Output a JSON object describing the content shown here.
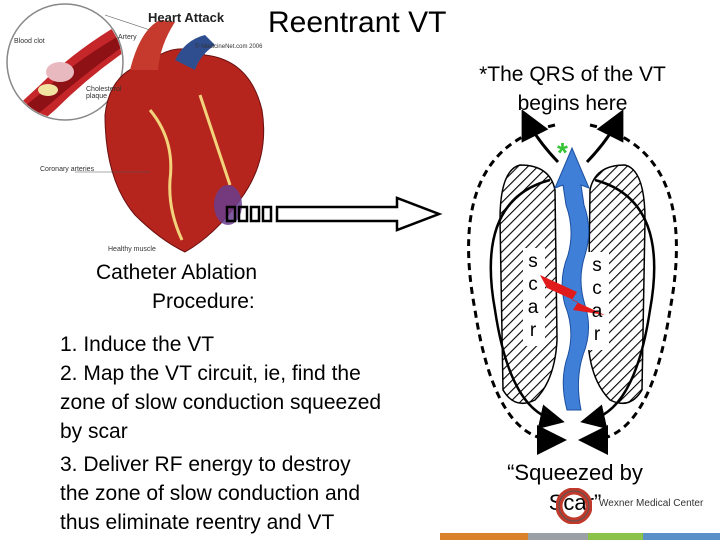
{
  "title": "Reentrant VT",
  "qrs_note": {
    "line1": "*The QRS of the VT",
    "line2": "begins here"
  },
  "asterisk": "*",
  "heart_figure": {
    "title": "Heart Attack",
    "labels": {
      "blood_clot": "Blood clot",
      "artery": "Artery",
      "cholesterol": "Cholesterol plaque",
      "coronary": "Coronary arteries",
      "healthy": "Healthy muscle",
      "copyright": "© MedicineNet.com 2006"
    }
  },
  "ablation_heading": {
    "line1": "Catheter Ablation",
    "line2": "Procedure:"
  },
  "steps": [
    "1. Induce the VT",
    "2. Map the VT circuit, ie, find the",
    "zone of slow conduction squeezed",
    "by scar",
    "3.  Deliver RF energy to destroy",
    "the zone of slow conduction and",
    "thus eliminate reentry and VT"
  ],
  "scar_left": [
    "s",
    "c",
    "a",
    "r"
  ],
  "scar_right": [
    "s",
    "c",
    "a",
    "r"
  ],
  "caption": {
    "line1": "“Squeezed by",
    "line2": "Scar”"
  },
  "footer": {
    "brand": "Wexner Medical Center"
  },
  "colors": {
    "flow_blue": "#3f7fd8",
    "rf_red": "#e11b1b",
    "asterisk_green": "#35c435",
    "footer_orange": "#d9822b",
    "footer_gray": "#9aa0a6",
    "footer_green": "#8bc34a",
    "footer_blue": "#5b8fc7"
  }
}
